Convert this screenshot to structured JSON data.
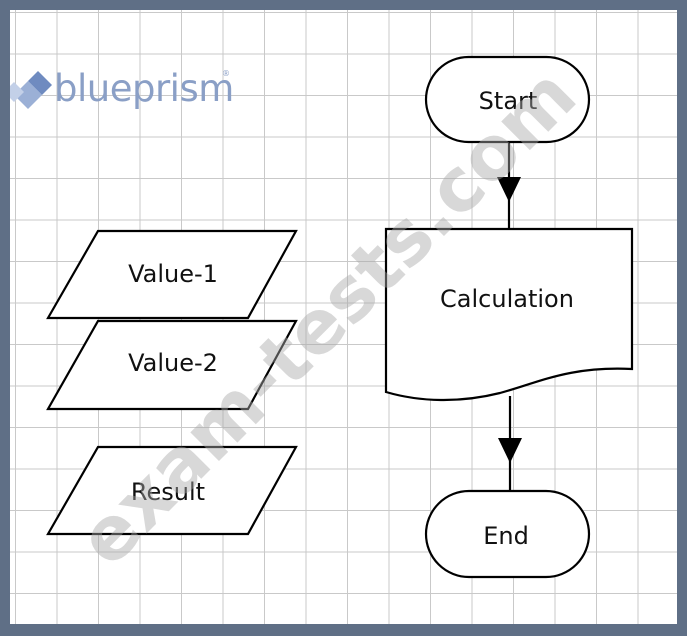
{
  "logo": {
    "text": "blueprism",
    "registered": "®",
    "color": "#8a9fc6"
  },
  "watermark": {
    "text": "exam-tests.com"
  },
  "flowchart": {
    "terminators": {
      "start": "Start",
      "end": "End"
    },
    "process": "Calculation",
    "data_items": [
      "Value-1",
      "Value-2",
      "Result"
    ]
  },
  "colors": {
    "frame": "#5f6f86",
    "grid": "#c9c9c9",
    "stroke": "#000000"
  }
}
